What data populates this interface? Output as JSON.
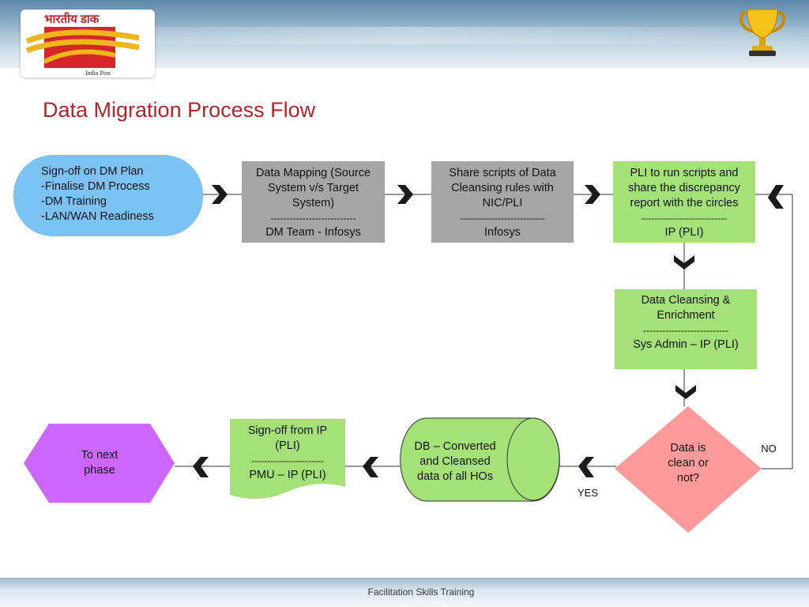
{
  "header": {
    "logo_hindi": "भारतीय डाक",
    "logo_english": "India Post",
    "trophy_icon": "trophy-icon"
  },
  "title": "Data Migration Process Flow",
  "nodes": {
    "signoff_plan": {
      "lines": [
        "Sign-off on DM Plan",
        "-Finalise DM Process",
        "-DM Training",
        "-LAN/WAN Readiness"
      ],
      "color": "#7cc3f5"
    },
    "data_mapping": {
      "lines": [
        "Data Mapping (Source",
        "System v/s Target",
        "System)"
      ],
      "separator": "---------------------------",
      "owner": "DM Team - Infosys",
      "color": "#a6a6a6"
    },
    "share_scripts": {
      "lines": [
        "Share scripts of Data",
        "Cleansing rules with",
        "NIC/PLI"
      ],
      "separator": "---------------------------",
      "owner": "Infosys",
      "color": "#a6a6a6"
    },
    "pli_run": {
      "lines": [
        "PLI to run scripts and",
        "share the discrepancy",
        "report with the circles"
      ],
      "separator": "---------------------------",
      "owner": "IP (PLI)",
      "color": "#a4e277"
    },
    "cleansing": {
      "lines": [
        "Data Cleansing &",
        "Enrichment"
      ],
      "separator": "---------------------------",
      "owner": "Sys Admin – IP (PLI)",
      "color": "#a4e277"
    },
    "decision": {
      "lines": [
        "Data is",
        "clean or",
        "not?"
      ],
      "color": "#ff9a9a"
    },
    "db_converted": {
      "lines": [
        "DB – Converted",
        "and Cleansed",
        "data of all HOs"
      ],
      "color": "#a4e277"
    },
    "signoff_ip": {
      "lines": [
        "Sign-off from IP",
        "(PLI)"
      ],
      "separator": "-----------------------",
      "owner": "PMU – IP (PLI)",
      "color": "#a4e277"
    },
    "next_phase": {
      "lines": [
        "To next",
        "phase"
      ],
      "color": "#cc66ff"
    }
  },
  "edge_labels": {
    "no": "NO",
    "yes": "YES"
  },
  "footer": {
    "text": "Facilitation Skills Training"
  }
}
